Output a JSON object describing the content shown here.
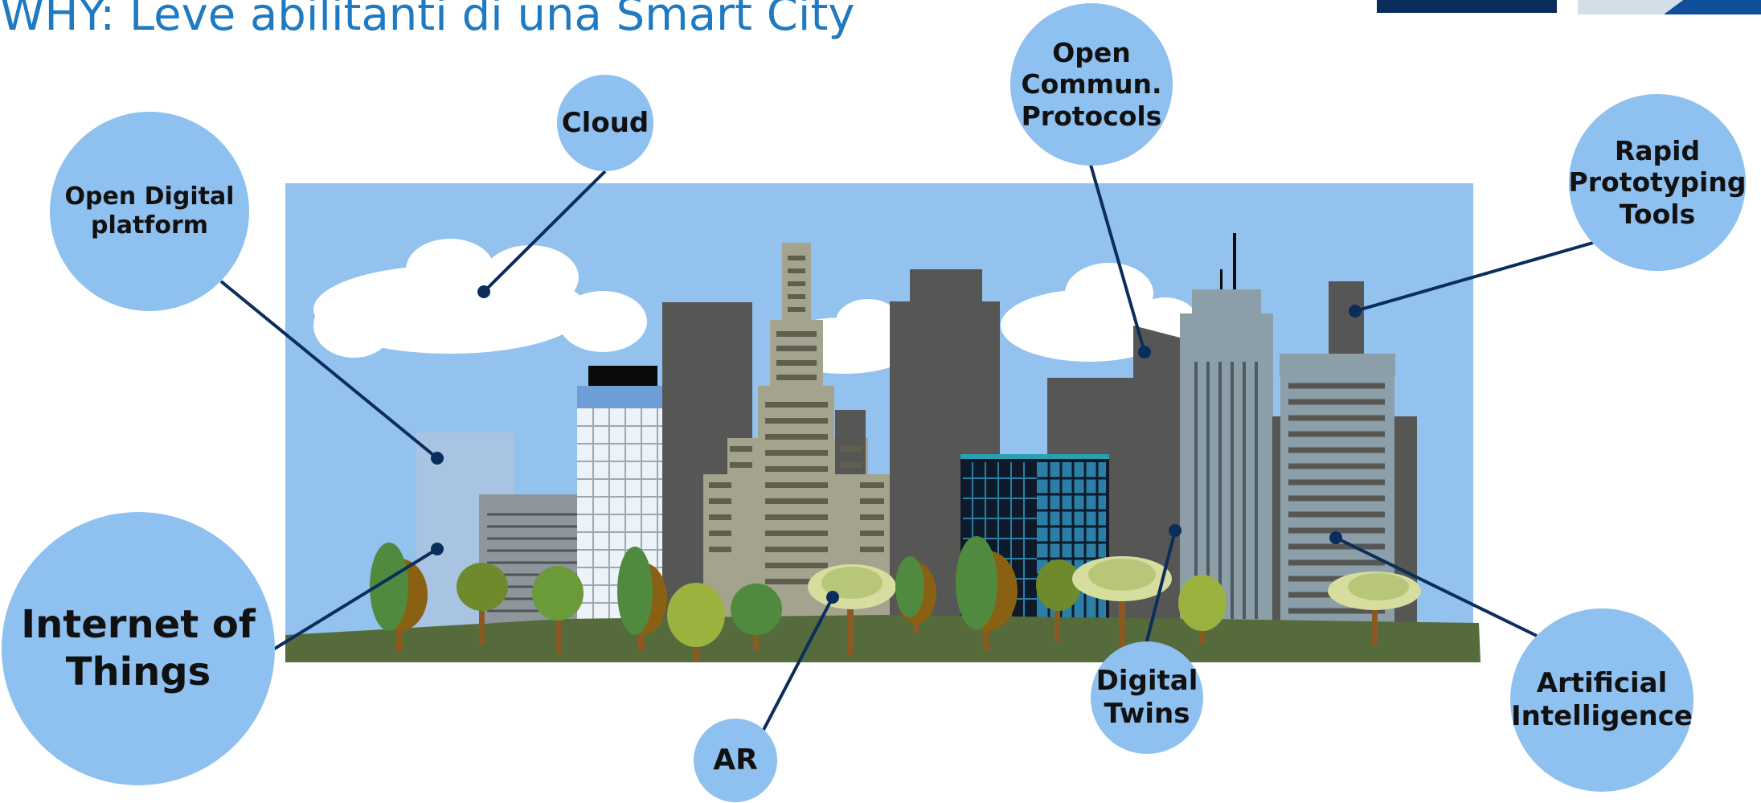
{
  "page": {
    "title": "WHY: Leve abilitanti di una Smart City"
  },
  "colors": {
    "title": "#1f7ac2",
    "bubble": "#8ec0f0",
    "connector": "#0b2d5c",
    "sky": "#93c2ee",
    "ground": "#556b3b"
  },
  "levers": [
    {
      "id": "open-digital-platform",
      "label": "Open Digital platform"
    },
    {
      "id": "cloud",
      "label": "Cloud"
    },
    {
      "id": "open-commun-protocols",
      "label": "Open Commun. Protocols"
    },
    {
      "id": "rapid-prototyping-tools",
      "label": "Rapid Prototyping Tools"
    },
    {
      "id": "internet-of-things",
      "label": "Internet of Things"
    },
    {
      "id": "ar",
      "label": "AR"
    },
    {
      "id": "digital-twins",
      "label": "Digital Twins"
    },
    {
      "id": "artificial-intelligence",
      "label": "Artificial Intelligence"
    }
  ],
  "illustration": {
    "name": "city-skyline"
  }
}
